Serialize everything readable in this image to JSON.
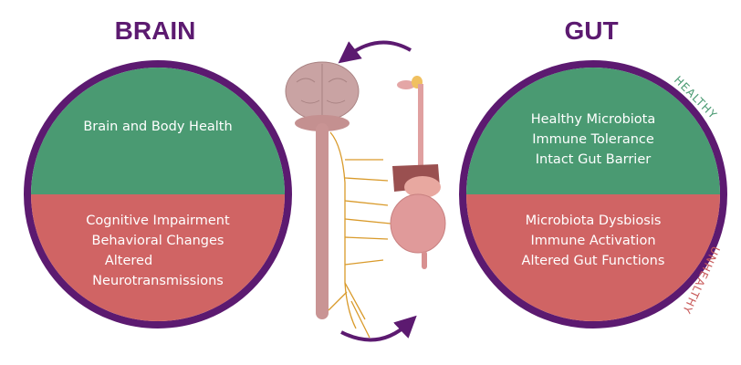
{
  "brain": {
    "title": "BRAIN",
    "healthy": [
      "Brain and Body Health"
    ],
    "unhealthy": [
      "Cognitive Impairment",
      "Behavioral Changes",
      "Altered",
      "Neurotransmissions"
    ]
  },
  "gut": {
    "title": "GUT",
    "healthy": [
      "Healthy Microbiota",
      "Immune Tolerance",
      "Intact Gut Barrier"
    ],
    "unhealthy": [
      "Microbiota Dysbiosis",
      "Immune Activation",
      "Altered Gut Functions"
    ],
    "healthy_label": "HEALTHY",
    "unhealthy_label": "UNHEALTHY"
  },
  "colors": {
    "purple": "#5c1a70",
    "green": "#4a9a72",
    "red": "#d06464",
    "green_text": "#4a9a72",
    "red_text": "#c85a5a"
  }
}
